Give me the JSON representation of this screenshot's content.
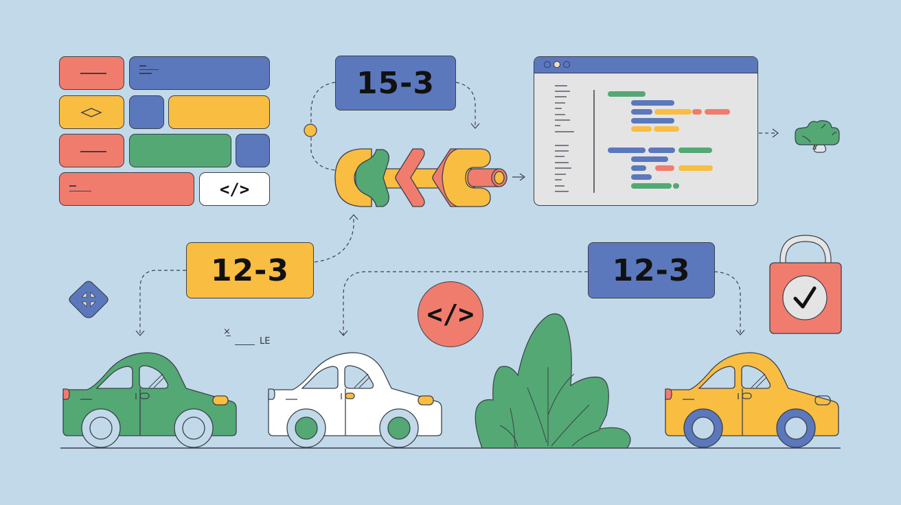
{
  "background_color": "#c2d9ea",
  "colors": {
    "red": "#f07c6e",
    "blue": "#5c78bd",
    "yellow": "#f9bd41",
    "green": "#53a874",
    "white": "#ffffff",
    "gray": "#e4e4e4",
    "outline": "#3a3f4a"
  },
  "block_grid": {
    "rows": [
      [
        {
          "color": "red",
          "icon": "line"
        },
        {
          "color": "blue",
          "icon": "text-lines"
        }
      ],
      [
        {
          "color": "yellow",
          "icon": "diamond"
        },
        {
          "color": "blue",
          "icon": "none"
        },
        {
          "color": "yellow",
          "icon": "none"
        }
      ],
      [
        {
          "color": "red",
          "icon": "line"
        },
        {
          "color": "green",
          "icon": "none"
        },
        {
          "color": "blue",
          "icon": "none"
        }
      ],
      [
        {
          "color": "red",
          "icon": "text-lines"
        },
        {
          "color": "white",
          "icon": "code"
        }
      ]
    ],
    "code_glyph": "</>"
  },
  "labels": {
    "top": "15-3",
    "left": "12-3",
    "right": "12-3"
  },
  "code_badge": {
    "glyph": "</>"
  },
  "editor_window": {
    "traffic_lights": [
      "blue",
      "yellow",
      "blue"
    ],
    "code_lines": 11
  },
  "stray_caption": {
    "mark": "⨯̲",
    "text": "LE"
  },
  "lock": {
    "status": "checked",
    "check_glyph": "✓"
  },
  "cars": [
    {
      "body": "green",
      "wheels": "light"
    },
    {
      "body": "white",
      "wheels": "green"
    },
    {
      "body": "yellow",
      "wheels": "blue"
    }
  ]
}
